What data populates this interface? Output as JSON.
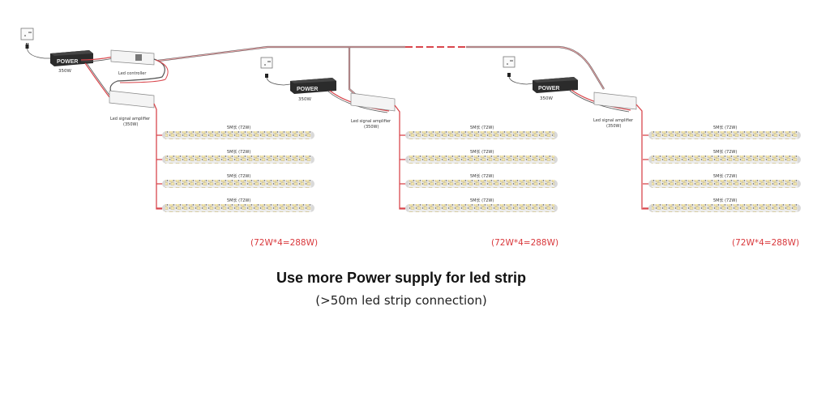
{
  "diagram": {
    "title": "Use more Power supply for led strip",
    "subtitle": "(>50m led strip connection)",
    "colors": {
      "wire_red": "#d9474d",
      "wire_dark": "#555555",
      "psu_body": "#2b2b2b",
      "total_text": "#d9383c",
      "strip_led": "#f3e7b0"
    },
    "groups": [
      {
        "power_supply": {
          "label": "POWER",
          "rating": "350W"
        },
        "controller": {
          "label": "Led controller"
        },
        "amplifier": {
          "label": "Led signal amplifier",
          "rating": "(350W)"
        },
        "strips": [
          {
            "label": "5M长 (72W)"
          },
          {
            "label": "5M长 (72W)"
          },
          {
            "label": "5M长 (72W)"
          },
          {
            "label": "5M长 (72W)"
          }
        ],
        "total": "(72W*4=288W)"
      },
      {
        "power_supply": {
          "label": "POWER",
          "rating": "350W"
        },
        "amplifier": {
          "label": "Led signal amplifier",
          "rating": "(350W)"
        },
        "strips": [
          {
            "label": "5M长 (72W)"
          },
          {
            "label": "5M长 (72W)"
          },
          {
            "label": "5M长 (72W)"
          },
          {
            "label": "5M长 (72W)"
          }
        ],
        "total": "(72W*4=288W)"
      },
      {
        "power_supply": {
          "label": "POWER",
          "rating": "350W"
        },
        "amplifier": {
          "label": "Led signal amplifier",
          "rating": "(350W)"
        },
        "strips": [
          {
            "label": "5M长 (72W)"
          },
          {
            "label": "5M长 (72W)"
          },
          {
            "label": "5M长 (72W)"
          },
          {
            "label": "5M长 (72W)"
          }
        ],
        "total": "(72W*4=288W)"
      }
    ]
  }
}
